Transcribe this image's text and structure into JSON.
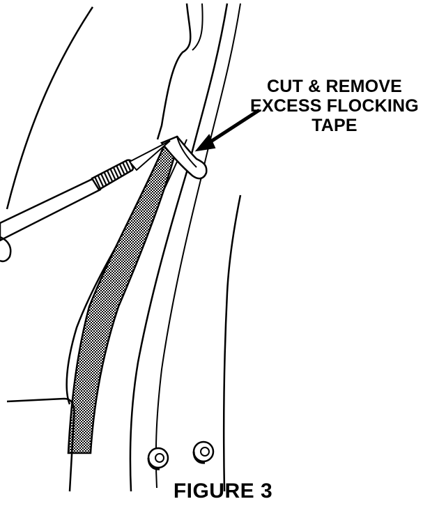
{
  "callout": {
    "line1": "CUT & REMOVE",
    "line2": "EXCESS FLOCKING",
    "line3": "TAPE"
  },
  "caption": "FIGURE 3",
  "colors": {
    "ink": "#000000",
    "paper": "#ffffff",
    "tape_texture": "#8a8a8a"
  }
}
